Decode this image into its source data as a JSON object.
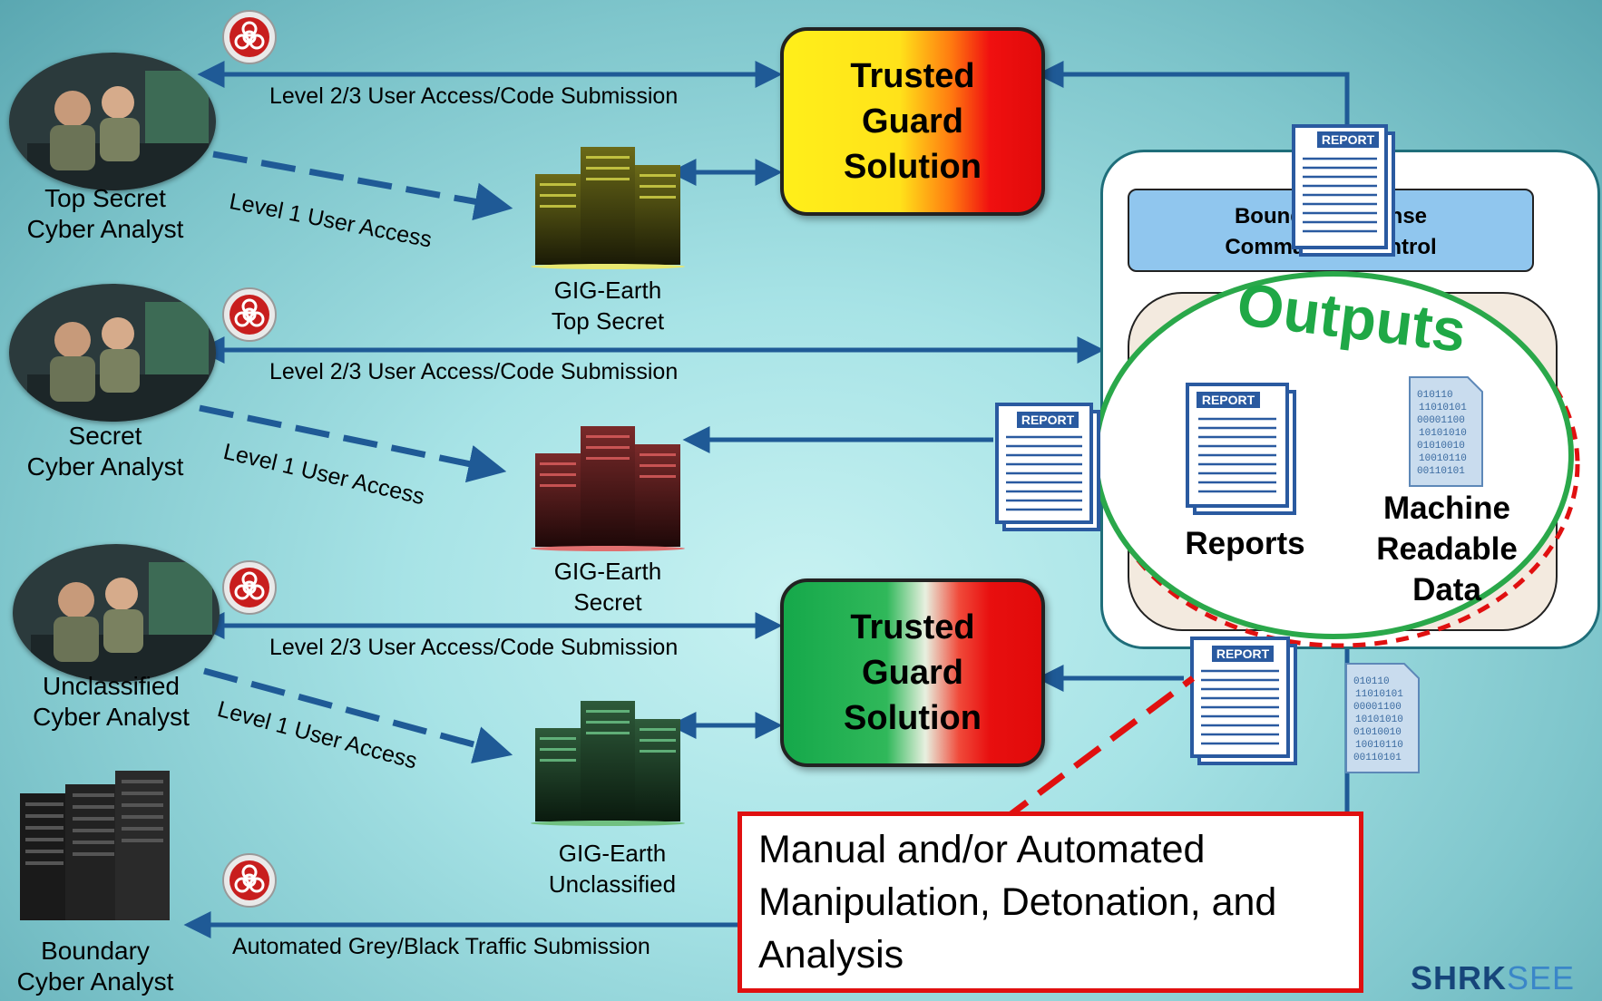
{
  "analysts": [
    {
      "label_line1": "Top Secret",
      "label_line2": "Cyber Analyst"
    },
    {
      "label_line1": "Secret",
      "label_line2": "Cyber Analyst"
    },
    {
      "label_line1": "Unclassified",
      "label_line2": "Cyber Analyst"
    },
    {
      "label_line1": "Boundary",
      "label_line2": "Cyber Analyst"
    }
  ],
  "links": {
    "level23": "Level 2/3 User Access/Code Submission",
    "level1": "Level 1 User Access",
    "automated": "Automated Grey/Black Traffic Submission"
  },
  "servers": [
    {
      "label_line1": "GIG-Earth",
      "label_line2": "Top Secret",
      "color": "#d8d84a"
    },
    {
      "label_line1": "GIG-Earth",
      "label_line2": "Secret",
      "color": "#c24a4a"
    },
    {
      "label_line1": "GIG-Earth",
      "label_line2": "Unclassified",
      "color": "#3f9a55"
    }
  ],
  "guards": [
    {
      "line1": "Trusted",
      "line2": "Guard",
      "line3": "Solution"
    },
    {
      "line1": "Trusted",
      "line2": "Guard",
      "line3": "Solution"
    }
  ],
  "bdcc": {
    "line1": "Boundary Defense",
    "line2": "Command & Control"
  },
  "outputs": {
    "title": "Outputs",
    "reports": "Reports",
    "machine_line1": "Machine",
    "machine_line2": "Readable",
    "machine_line3": "Data"
  },
  "report_label": "REPORT",
  "binary_lines": [
    "010110",
    "11010101",
    "00001100",
    "10101010",
    "01010010",
    "10010110",
    "00110101"
  ],
  "callout": {
    "line1": "Manual and/or Automated",
    "line2": "Manipulation, Detonation, and",
    "line3": "Analysis"
  },
  "logo": {
    "part1": "SH",
    "part2": "RK",
    "part3": "SEE"
  },
  "colors": {
    "arrow": "#1f5a96",
    "guard_border": "#222222",
    "callout_border": "#e01010",
    "outputs_ring": "#2aa84a"
  }
}
